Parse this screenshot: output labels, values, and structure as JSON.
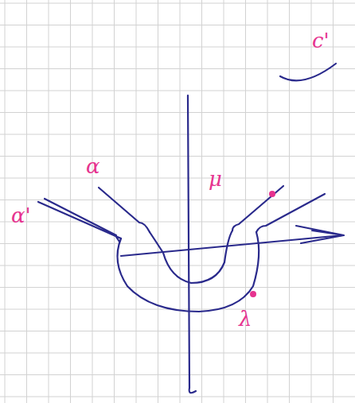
{
  "diagram": {
    "labels": [
      "c'",
      "α",
      "α'",
      "μ",
      "λ"
    ]
  }
}
